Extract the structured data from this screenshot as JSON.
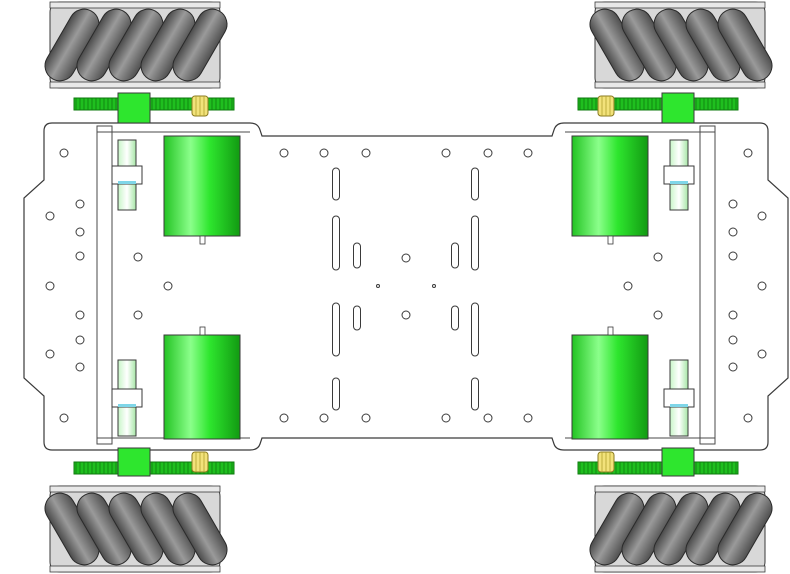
{
  "diagram": {
    "subject": "mecanum-wheel-robot-chassis-top-view",
    "labels": []
  },
  "colors": {
    "background": "#ffffff",
    "outline": "#3a3a3a",
    "motor_green": "#2ee62e",
    "motor_green_light": "#7dff7d",
    "motor_green_dark": "#16a416",
    "gear_green": "#1fbf1f",
    "gear_dark": "#0e7a0e",
    "brass": "#f2e27a",
    "roller_dark": "#5f5f5f",
    "roller_mid": "#8c8c8c",
    "roller_light": "#b8b8b8",
    "hub_grey": "#d8d8d8",
    "bearing_blue": "#7fd6e8"
  },
  "components": {
    "wheels": [
      "front-left-mecanum-wheel",
      "front-right-mecanum-wheel",
      "rear-left-mecanum-wheel",
      "rear-right-mecanum-wheel"
    ],
    "motors": [
      "front-left-motor",
      "front-right-motor",
      "rear-left-motor",
      "rear-right-motor"
    ],
    "plate": "chassis-plate"
  }
}
